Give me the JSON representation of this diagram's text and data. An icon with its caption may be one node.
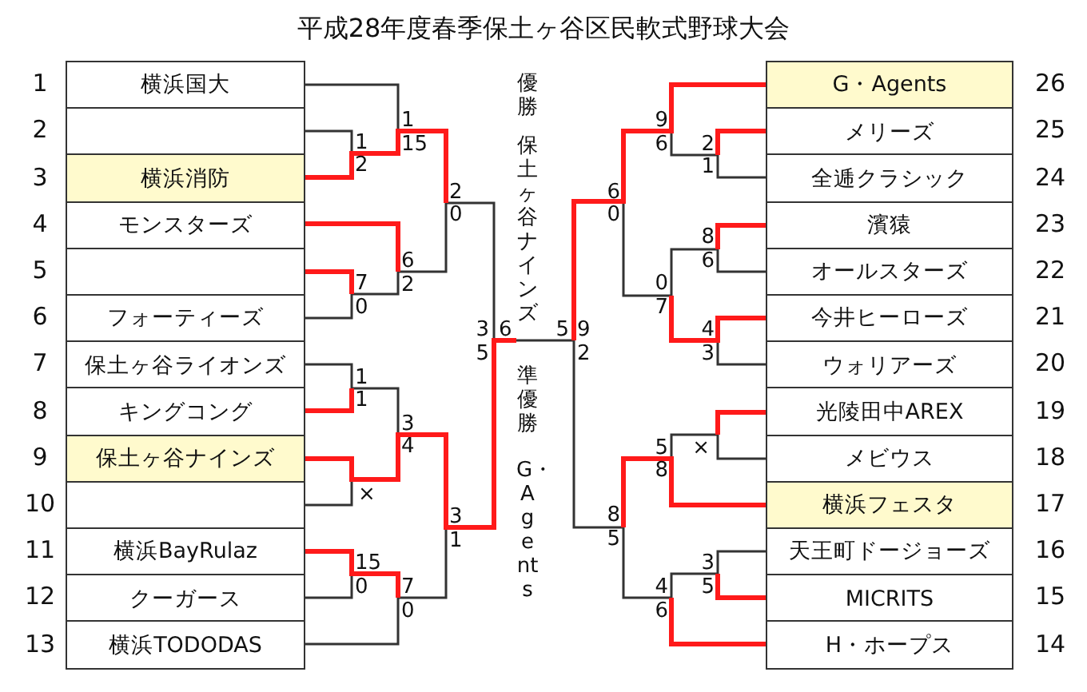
{
  "diagram": {
    "title": "平成28年度春季保土ヶ谷区民軟式野球大会",
    "nodes": [
      {
        "text": [
          "横浜国大"
        ]
      },
      {
        "text": [],
        "shape": "box"
      },
      {
        "text": [
          "横浜消防"
        ]
      },
      {
        "text": [
          "モンスターズ"
        ]
      },
      {
        "text": [],
        "shape": "box"
      },
      {
        "text": [
          "フォーティーズ"
        ]
      },
      {
        "text": [
          "保土ヶ谷ライオンズ"
        ]
      },
      {
        "text": [
          "キングコング"
        ]
      },
      {
        "text": [
          "保土ヶ谷ナインズ"
        ]
      },
      {
        "text": [],
        "shape": "box"
      },
      {
        "text": [
          "横浜BayRulaz"
        ]
      },
      {
        "text": [
          "クーガース"
        ]
      },
      {
        "text": [
          "横浜TODODAS"
        ]
      },
      {
        "text": [
          "G・Agents"
        ]
      },
      {
        "text": [
          "メリーズ"
        ]
      },
      {
        "text": [
          "全逓クラシック"
        ]
      },
      {
        "text": [
          "濱猿"
        ]
      },
      {
        "text": [
          "オールスターズ"
        ]
      },
      {
        "text": [
          "今井ヒーローズ"
        ]
      },
      {
        "text": [
          "ウォリアーズ"
        ]
      },
      {
        "text": [
          "光陵田中AREX"
        ]
      },
      {
        "text": [
          "メビウス"
        ]
      },
      {
        "text": [
          "横浜フェスタ"
        ]
      },
      {
        "text": [
          "天王町ドージョーズ"
        ]
      },
      {
        "text": [
          "MICRITS"
        ]
      },
      {
        "text": [
          "H・ホープス"
        ]
      }
    ],
    "labels": [
      "優勝",
      "保土ヶ谷ナインズ",
      "準優勝",
      "G・Agents",
      "1",
      "2",
      "3",
      "4",
      "5",
      "6",
      "7",
      "8",
      "9",
      "10",
      "11",
      "12",
      "13",
      "26",
      "25",
      "24",
      "23",
      "22",
      "21",
      "20",
      "19",
      "18",
      "17",
      "16",
      "15",
      "14",
      "1",
      "2",
      "1",
      "15",
      "2",
      "0",
      "7",
      "0",
      "6",
      "2",
      "1",
      "1",
      "3",
      "4",
      "×",
      "3",
      "1",
      "15",
      "0",
      "7",
      "0",
      "3",
      "5",
      "6",
      "5",
      "9",
      "2",
      "9",
      "6",
      "2",
      "1",
      "6",
      "0",
      "8",
      "6",
      "0",
      "7",
      "4",
      "3",
      "5",
      "8",
      "×",
      "8",
      "5",
      "3",
      "4",
      "5",
      "6"
    ]
  }
}
